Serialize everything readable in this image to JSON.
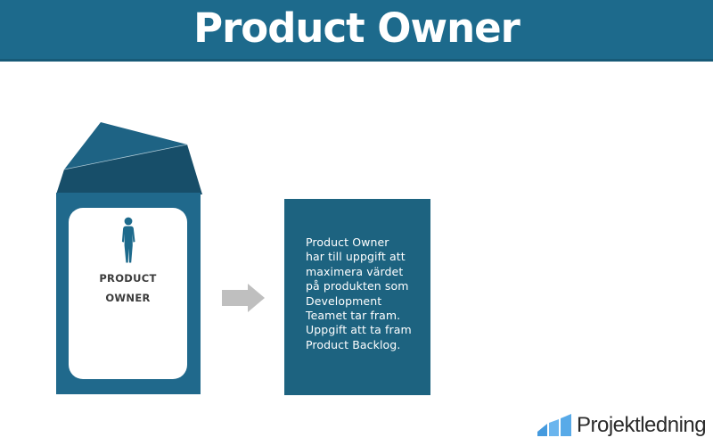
{
  "header": {
    "title": "Product Owner",
    "bg_color": "#1d6a8c",
    "border_color": "#175a77",
    "text_color": "#ffffff"
  },
  "envelope": {
    "label_line1": "PRODUCT",
    "label_line2": "OWNER",
    "person_icon": "person-silhouette-icon",
    "colors": {
      "body": "#20698c",
      "flap_front": "#1e6384",
      "flap_inner": "#174e69",
      "crease": "#cfe3ec",
      "card": "#ffffff",
      "person": "#1d6a8c",
      "label_text": "#3b3b3b"
    }
  },
  "arrow": {
    "icon": "right-arrow-icon",
    "color": "#bfbfbf"
  },
  "info_box": {
    "bg_color": "#1d6380",
    "text_color": "#ffffff",
    "text": "Product Owner\nhar till uppgift att\nmaximera värdet\npå produkten som\nDevelopment\nTeamet tar fram.\nUppgift att ta fram\nProduct Backlog."
  },
  "footer": {
    "brand": "Projektledning",
    "brand_color": "#2b2b2b",
    "logo_icon": "ascending-bars-logo-icon",
    "logo_colors": [
      "#459ade",
      "#6ab5ee",
      "#58aae8"
    ]
  }
}
